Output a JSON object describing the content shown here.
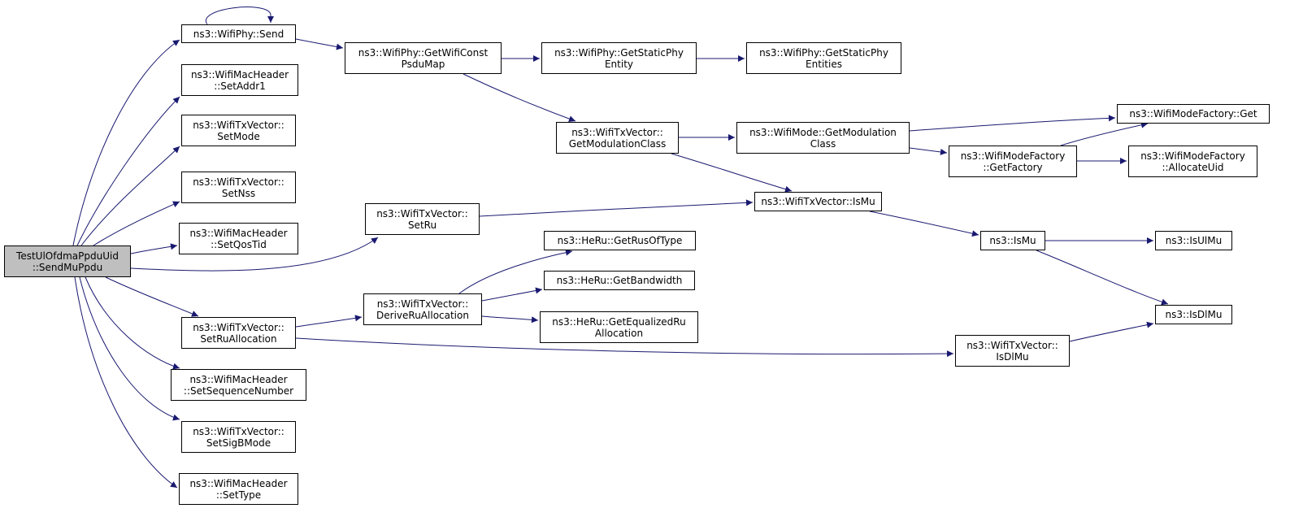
{
  "colors": {
    "edge": "#191970",
    "node_border": "#000000",
    "root_fill": "#bfbfbf",
    "node_fill": "#ffffff"
  },
  "nodes": {
    "root": [
      "TestUlOfdmaPpduUid",
      "::SendMuPpdu"
    ],
    "wifiphy_send": [
      "ns3::WifiPhy::Send"
    ],
    "setaddr1": [
      "ns3::WifiMacHeader",
      "::SetAddr1"
    ],
    "setmode": [
      "ns3::WifiTxVector::",
      "SetMode"
    ],
    "setnss": [
      "ns3::WifiTxVector::",
      "SetNss"
    ],
    "setqostid": [
      "ns3::WifiMacHeader",
      "::SetQosTid"
    ],
    "setruallocation": [
      "ns3::WifiTxVector::",
      "SetRuAllocation"
    ],
    "setsequencenumber": [
      "ns3::WifiMacHeader",
      "::SetSequenceNumber"
    ],
    "setsigbmode": [
      "ns3::WifiTxVector::",
      "SetSigBMode"
    ],
    "settype": [
      "ns3::WifiMacHeader",
      "::SetType"
    ],
    "getwificonstpsdumap": [
      "ns3::WifiPhy::GetWifiConst",
      "PsduMap"
    ],
    "getstaticphyentity": [
      "ns3::WifiPhy::GetStaticPhy",
      "Entity"
    ],
    "getstaticphyentities": [
      "ns3::WifiPhy::GetStaticPhy",
      "Entities"
    ],
    "getmodulationclass_tx": [
      "ns3::WifiTxVector::",
      "GetModulationClass"
    ],
    "getmodulationclass_mode": [
      "ns3::WifiMode::GetModulation",
      "Class"
    ],
    "modefactory_get": [
      "ns3::WifiModeFactory::Get"
    ],
    "getfactory": [
      "ns3::WifiModeFactory",
      "::GetFactory"
    ],
    "allocateuid": [
      "ns3::WifiModeFactory",
      "::AllocateUid"
    ],
    "setru": [
      "ns3::WifiTxVector::",
      "SetRu"
    ],
    "txvector_ismu": [
      "ns3::WifiTxVector::IsMu"
    ],
    "ismu": [
      "ns3::IsMu"
    ],
    "isulmu": [
      "ns3::IsUlMu"
    ],
    "isdlmu": [
      "ns3::IsDlMu"
    ],
    "deriveruallocation": [
      "ns3::WifiTxVector::",
      "DeriveRuAllocation"
    ],
    "getrusoftype": [
      "ns3::HeRu::GetRusOfType"
    ],
    "getbandwidth": [
      "ns3::HeRu::GetBandwidth"
    ],
    "getequalizedru": [
      "ns3::HeRu::GetEqualizedRu",
      "Allocation"
    ],
    "txvector_isdlmu": [
      "ns3::WifiTxVector::",
      "IsDlMu"
    ]
  }
}
